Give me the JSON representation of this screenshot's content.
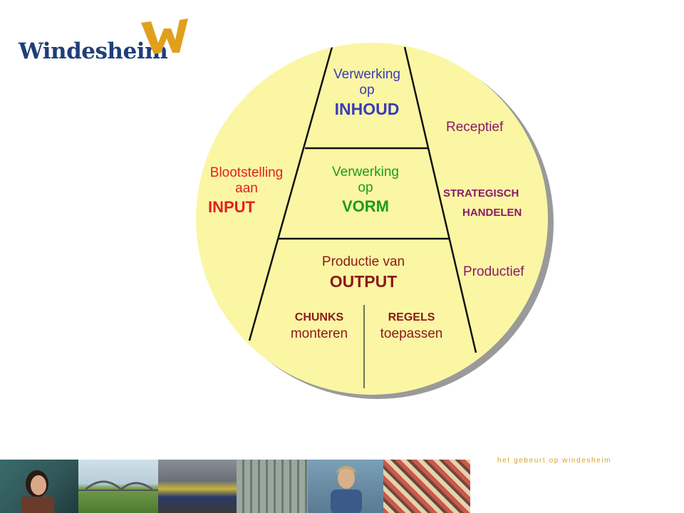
{
  "logo": {
    "text": "Windesheim",
    "mark_color": "#e0a01c",
    "text_color": "#1f3f7a"
  },
  "diagram": {
    "circle_color": "#fbf6a4",
    "top_section": {
      "line1": "Verwerking",
      "line2": "op",
      "line3": "INHOUD",
      "color": "#3b3bb8"
    },
    "middle_section": {
      "line1": "Verwerking",
      "line2": "op",
      "line3": "VORM",
      "color": "#1f9a1f"
    },
    "bottom_section": {
      "line1": "Productie van",
      "line2": "OUTPUT",
      "color": "#8a1a1a",
      "left": {
        "line1": "CHUNKS",
        "line2": "monteren"
      },
      "right": {
        "line1": "REGELS",
        "line2": "toepassen"
      }
    },
    "left_label": {
      "line1": "Blootstelling",
      "line2": "aan",
      "line3": "INPUT",
      "color": "#e02020"
    },
    "right_labels": {
      "receptief": "Receptief",
      "strategisch1": "STRATEGISCH",
      "strategisch2": "HANDELEN",
      "productief": "Productief",
      "color": "#8a1a6a"
    }
  },
  "footer": {
    "tagline": "het gebeurt op windesheim"
  }
}
